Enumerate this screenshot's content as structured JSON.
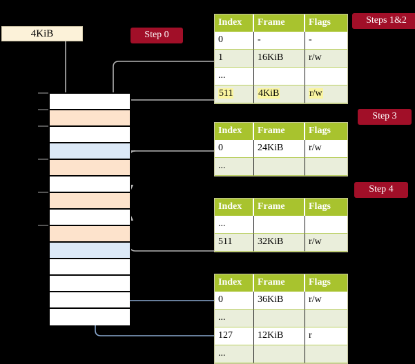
{
  "colors": {
    "badge_bg": "#a10f28",
    "table_header_bg": "#a8c32e",
    "table_alt_row_bg": "#eaeedb",
    "highlight_bg": "#faf5a0",
    "source_box_bg": "#fcf2d9",
    "mem_orange": "#fde3cc",
    "mem_blue": "#dce9f7",
    "wire_gray": "#b5b5b5",
    "wire_blue": "#8aa9cf",
    "background": "#000000"
  },
  "source_box": {
    "label": "4KiB"
  },
  "badges": [
    {
      "label": "Step 0"
    },
    {
      "label": "Steps 1&2"
    },
    {
      "label": "Step 3"
    },
    {
      "label": "Step 4"
    }
  ],
  "memory_column": {
    "rows": [
      {
        "fill": "white"
      },
      {
        "fill": "orange"
      },
      {
        "fill": "white"
      },
      {
        "fill": "blue"
      },
      {
        "fill": "orange"
      },
      {
        "fill": "white"
      },
      {
        "fill": "orange"
      },
      {
        "fill": "white"
      },
      {
        "fill": "orange"
      },
      {
        "fill": "blue"
      },
      {
        "fill": "white"
      },
      {
        "fill": "white"
      },
      {
        "fill": "white"
      },
      {
        "fill": "white"
      }
    ]
  },
  "tables": [
    {
      "name": "level-1-table",
      "headers": [
        "Index",
        "Frame",
        "Flags"
      ],
      "rows": [
        {
          "cells": [
            "0",
            "-",
            "-"
          ],
          "shade": "plain",
          "highlight": false
        },
        {
          "cells": [
            "1",
            "16KiB",
            "r/w"
          ],
          "shade": "alt",
          "highlight": false
        },
        {
          "cells": [
            "...",
            "",
            ""
          ],
          "shade": "plain",
          "highlight": false
        },
        {
          "cells": [
            "511",
            "4KiB",
            "r/w"
          ],
          "shade": "alt",
          "highlight": true
        }
      ]
    },
    {
      "name": "level-2-table",
      "headers": [
        "Index",
        "Frame",
        "Flags"
      ],
      "rows": [
        {
          "cells": [
            "0",
            "24KiB",
            "r/w"
          ],
          "shade": "plain",
          "highlight": false
        },
        {
          "cells": [
            "...",
            "",
            ""
          ],
          "shade": "alt",
          "highlight": false
        }
      ]
    },
    {
      "name": "level-3-table",
      "headers": [
        "Index",
        "Frame",
        "Flags"
      ],
      "rows": [
        {
          "cells": [
            "...",
            "",
            ""
          ],
          "shade": "plain",
          "highlight": false
        },
        {
          "cells": [
            "511",
            "32KiB",
            "r/w"
          ],
          "shade": "alt",
          "highlight": false
        }
      ]
    },
    {
      "name": "level-4-table",
      "headers": [
        "Index",
        "Frame",
        "Flags"
      ],
      "rows": [
        {
          "cells": [
            "0",
            "36KiB",
            "r/w"
          ],
          "shade": "plain",
          "highlight": false
        },
        {
          "cells": [
            "...",
            "",
            ""
          ],
          "shade": "alt",
          "highlight": false
        },
        {
          "cells": [
            "127",
            "12KiB",
            "r"
          ],
          "shade": "plain",
          "highlight": false
        },
        {
          "cells": [
            "...",
            "",
            ""
          ],
          "shade": "alt",
          "highlight": false
        }
      ]
    }
  ]
}
